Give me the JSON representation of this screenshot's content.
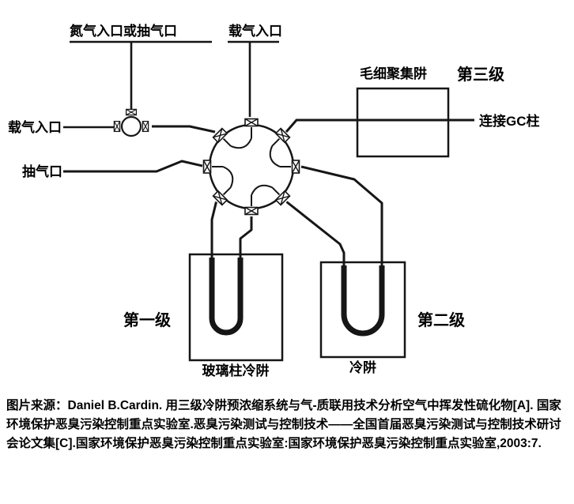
{
  "figure": {
    "labels": {
      "nitrogen_inlet": "氮气入口或抽气口",
      "carrier_inlet_top": "载气入口",
      "carrier_inlet_left": "载气入口",
      "pump_port": "抽气口",
      "capillary_trap": "毛细聚集阱",
      "gc_column": "连接GC柱",
      "glass_trap": "玻璃柱冷阱",
      "cold_trap": "冷阱"
    },
    "stages": {
      "first": "第一级",
      "second": "第二级",
      "third": "第三级"
    },
    "colors": {
      "stage_red": "#e60012",
      "line": "#161616"
    }
  },
  "caption": {
    "text": "图片来源：Daniel B.Cardin. 用三级冷阱预浓缩系统与气-质联用技术分析空气中挥发性硫化物[A]. 国家环境保护恶臭污染控制重点实验室.恶臭污染测试与控制技术——全国首届恶臭污染测试与控制技术研讨会论文集[C].国家环境保护恶臭污染控制重点实验室:国家环境保护恶臭污染控制重点实验室,2003:7."
  }
}
